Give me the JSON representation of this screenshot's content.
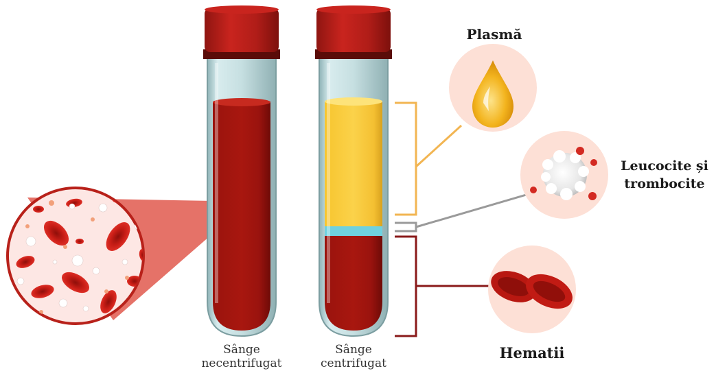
{
  "tubes": {
    "uncentrifuged": [
      "Sânge",
      "necentrifugat"
    ],
    "centrifuged": [
      "Sânge",
      "centrifugat"
    ]
  },
  "components": {
    "plasma": "Plasmă",
    "leukocytes": [
      "Leucocite și",
      "trombocite"
    ],
    "erythrocytes": "Hematii"
  },
  "colors": {
    "blood": "#a5150f",
    "blood_dark": "#7a0d09",
    "cap": "#b0201b",
    "plasma": "#f9cc3c",
    "buffy_coat": "#6fd1df",
    "circle_bg": "#fde0d6",
    "bracket_plasma": "#f2b552",
    "bracket_wbc": "#9a9a9a",
    "bracket_rbc": "#8a1a1a"
  }
}
